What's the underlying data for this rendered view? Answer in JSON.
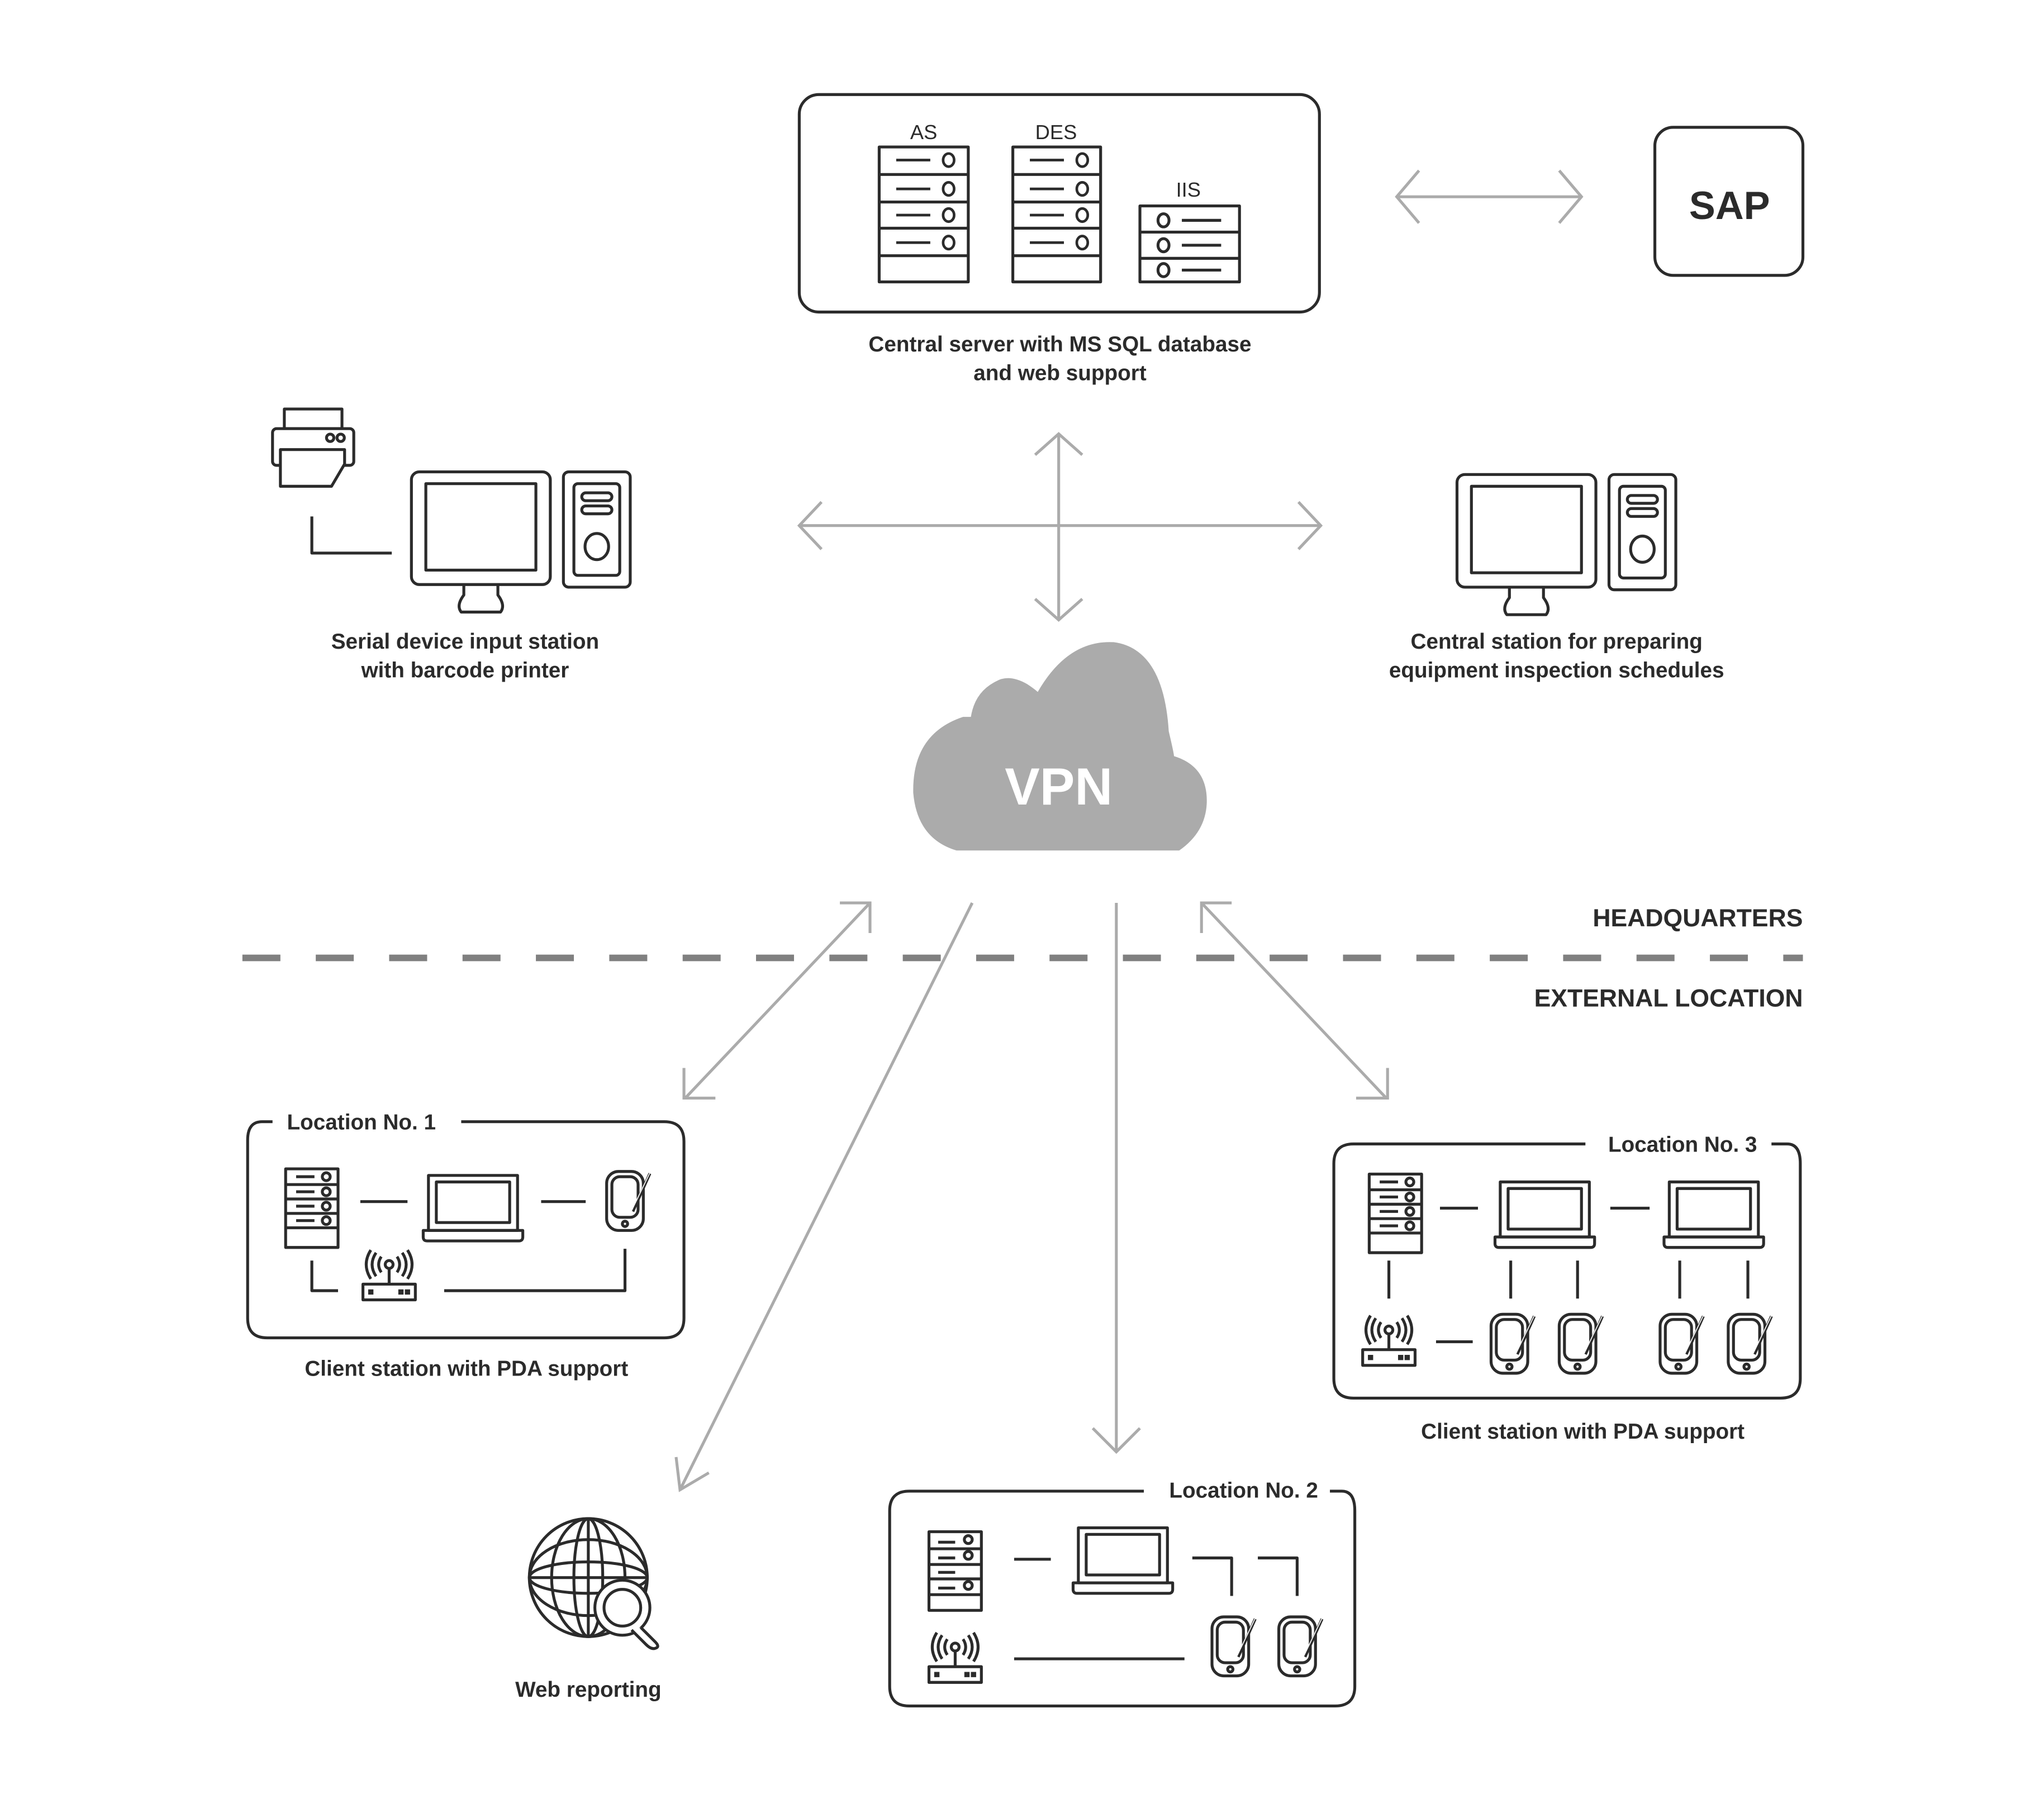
{
  "central_server": {
    "racks": [
      {
        "label": "AS"
      },
      {
        "label": "DES"
      },
      {
        "label": "IIS"
      }
    ],
    "caption_line1": "Central server with MS SQL database",
    "caption_line2": "and web support"
  },
  "sap": {
    "label": "SAP"
  },
  "serial_station": {
    "caption_line1": "Serial device input station",
    "caption_line2": "with barcode printer"
  },
  "central_station": {
    "caption_line1": "Central station for preparing",
    "caption_line2": "equipment inspection schedules"
  },
  "vpn": {
    "label": "VPN"
  },
  "zones": {
    "top": "HEADQUARTERS",
    "bottom": "EXTERNAL LOCATION"
  },
  "locations": [
    {
      "title": "Location No. 1",
      "caption": "Client station with PDA support"
    },
    {
      "title": "Location No. 2",
      "caption": ""
    },
    {
      "title": "Location No. 3",
      "caption": "Client station with PDA support"
    }
  ],
  "web_reporting": {
    "caption": "Web reporting"
  },
  "colors": {
    "ink": "#2b2b2b",
    "arrow": "#ababab",
    "cloud": "#ababab",
    "divider": "#808080",
    "background": "#ffffff"
  }
}
